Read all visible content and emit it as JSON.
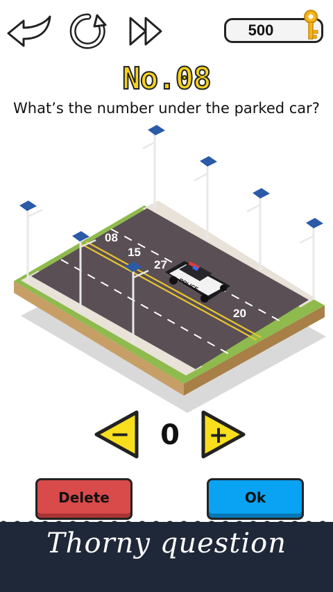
{
  "header": {
    "keys_count": "500",
    "icons": [
      "back-arrow-icon",
      "restart-icon",
      "skip-icon",
      "key-icon"
    ]
  },
  "level": {
    "title": "No.08",
    "question": "What’s the number under the parked car?"
  },
  "scene": {
    "road_numbers": [
      "08",
      "15",
      "27",
      "20"
    ],
    "car_label": "POLICE"
  },
  "answer": {
    "value": "0",
    "decrement_symbol": "−",
    "increment_symbol": "+"
  },
  "buttons": {
    "delete_label": "Delete",
    "ok_label": "Ok"
  },
  "banner": {
    "text": "Thorny question"
  },
  "colors": {
    "title_yellow": "#f6d21a",
    "delete_red": "#d94a4a",
    "ok_blue": "#0aa2f2",
    "banner_navy": "#1f2838",
    "road_asphalt": "#5a4f55",
    "grass": "#8fba4d",
    "arrow_yellow": "#f7df1e"
  }
}
